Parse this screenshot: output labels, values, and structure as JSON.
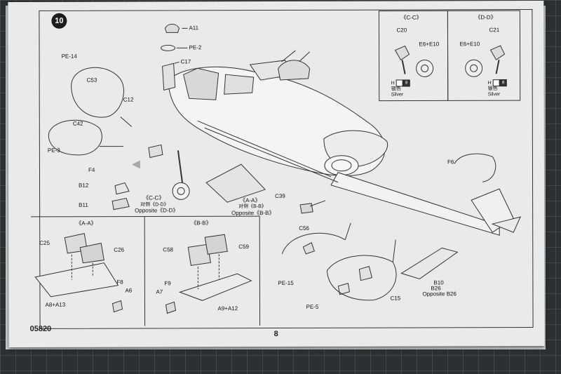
{
  "step": "10",
  "page_code": "05820",
  "page_number": "8",
  "parts": {
    "a11": "A11",
    "pe2": "PE-2",
    "c17": "C17",
    "pe14": "PE-14",
    "c53": "C53",
    "c12": "C12",
    "c42": "C42",
    "pe3": "PE-3",
    "f4": "F4",
    "b12": "B12",
    "b11": "B11",
    "f6": "F6",
    "c39": "C39",
    "c56": "C56",
    "pe15": "PE-15",
    "pe5": "PE-5",
    "c15": "C15",
    "b10": "B10",
    "b26": "B26",
    "opp_b26": "Opposite B26"
  },
  "callouts": {
    "cc_main": "《C-C》",
    "cc_main_cn": "对侧《D-D》",
    "cc_main_opp": "Opposite《D-D》",
    "aa_main": "《A-A》",
    "aa_main_cn": "对侧《B-B》",
    "aa_main_opp": "Opposite《B-B》"
  },
  "detail_cc": {
    "title": "《C-C》",
    "c20": "C20",
    "e6e10": "E6+E10",
    "paint_code": "H",
    "paint_num": "8",
    "paint_cn": "银色",
    "paint_name": "Silver"
  },
  "detail_dd": {
    "title": "《D-D》",
    "c21": "C21",
    "e6e10": "E6+E10",
    "paint_code": "H",
    "paint_num": "8",
    "paint_cn": "银色",
    "paint_name": "Silver"
  },
  "detail_aa": {
    "title": "《A-A》",
    "c25": "C25",
    "c26": "C26",
    "f8": "F8",
    "a6": "A6",
    "a8a13": "A8+A13"
  },
  "detail_bb": {
    "title": "《B-B》",
    "c58": "C58",
    "c59": "C59",
    "f9": "F9",
    "a7": "A7",
    "a9a12": "A9+A12"
  }
}
